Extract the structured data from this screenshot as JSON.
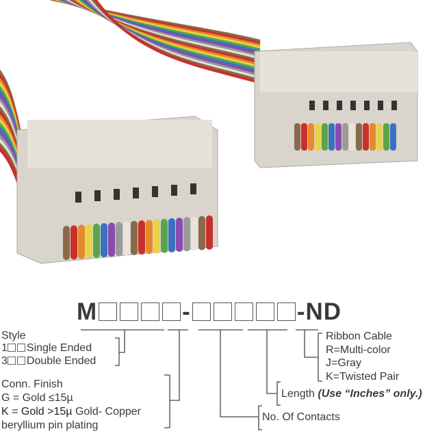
{
  "part_number": {
    "prefix": "M",
    "separator": "-",
    "suffix": "-ND"
  },
  "style": {
    "label": "Style",
    "options": [
      {
        "code": "1",
        "text": "Single Ended"
      },
      {
        "code": "3",
        "text": "Double Ended"
      }
    ]
  },
  "finish": {
    "label": "Conn. Finish",
    "g": "G = Gold ≤15µ",
    "k_bold": "K = Gold >15µ",
    "k_rest": " Gold- Copper",
    "k_line2": "beryllium pin plating"
  },
  "contacts": {
    "label": "No. Of Contacts"
  },
  "length": {
    "label": "Length ",
    "note": "(Use “Inches” only.)"
  },
  "cable": {
    "label": "Ribbon Cable",
    "options": [
      "R=Multi-color",
      "J=Gray",
      "K=Twisted Pair"
    ]
  },
  "colors": {
    "connector": "#d9d4cc",
    "text": "#3a3a3a",
    "wire_colors": [
      "#8a6a4a",
      "#c9302c",
      "#e58a2a",
      "#e8d24a",
      "#5aa54a",
      "#3a72c0",
      "#8a4ab0",
      "#9a9a9a",
      "#e8e4dc",
      "#222222"
    ]
  }
}
